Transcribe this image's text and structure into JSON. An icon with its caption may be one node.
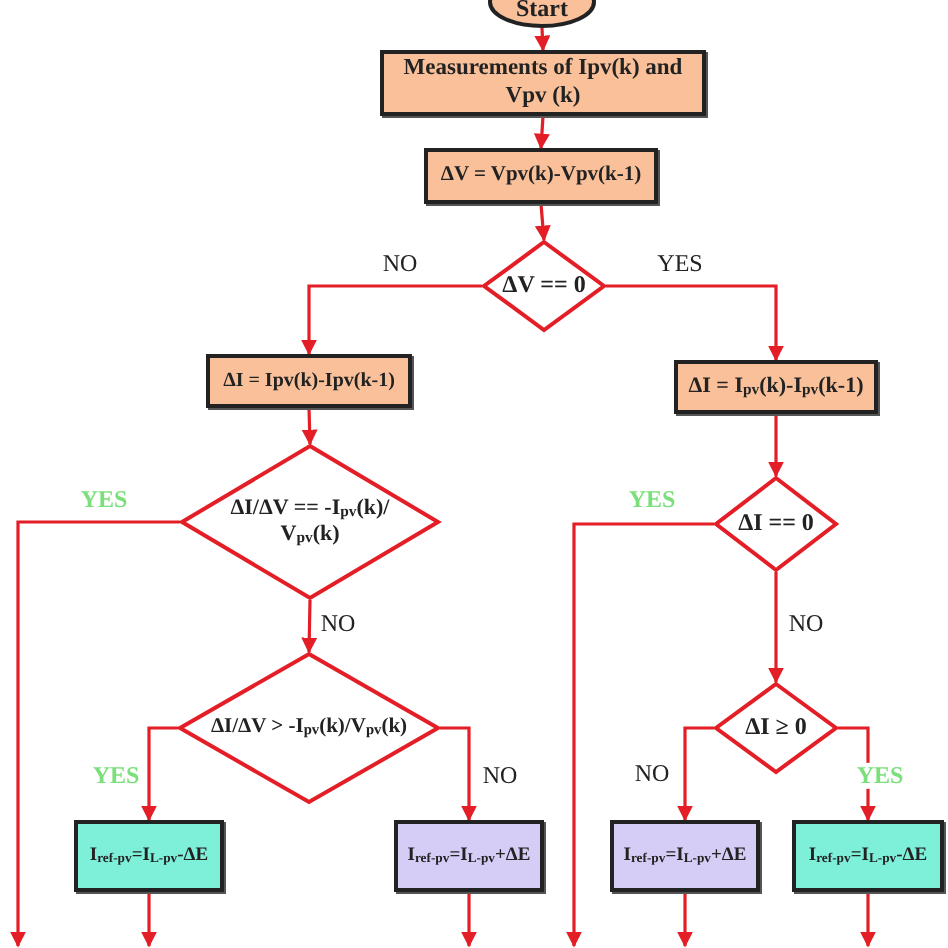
{
  "diagram": {
    "nodes": [
      {
        "text": [
          "Start"
        ]
      },
      {
        "text": [
          "Measurements of Ipv(k) and Vpv (k)"
        ]
      },
      {
        "text": [
          "ΔV = Vpv(k)-Vpv(k-1)"
        ]
      },
      {
        "text": [
          "ΔV == 0"
        ]
      },
      {
        "text": [
          "ΔI = Ipv(k)-Ipv(k-1)"
        ]
      },
      {
        "text": [
          "ΔI = I$_{pv}$(k)-I$_{pv}$(k-1)"
        ]
      },
      {
        "text": [
          "ΔI/ΔV == -I$_{pv}$(k)/ V$_{pv}$(k)"
        ]
      },
      {
        "text": [
          "ΔI == 0"
        ]
      },
      {
        "text": [
          "ΔI/ΔV > -I$_{pv}$(k)/V$_{pv}$(k)"
        ]
      },
      {
        "text": [
          "ΔI ≥ 0"
        ]
      },
      {
        "text": [
          "I$_{ref-pv}$=I$_{L-pv}$-ΔE"
        ]
      },
      {
        "text": [
          "I$_{ref-pv}$=I$_{L-pv}$+ΔE"
        ]
      },
      {
        "text": [
          "I$_{ref-pv}$=I$_{L-pv}$+ΔE"
        ]
      },
      {
        "text": [
          "I$_{ref-pv}$=I$_{L-pv}$-ΔE"
        ]
      }
    ],
    "edges": [
      {
        "from": 0,
        "to": 1,
        "arrow": "to"
      },
      {
        "from": 1,
        "to": 2,
        "arrow": "to"
      },
      {
        "from": 2,
        "to": 3,
        "arrow": "to"
      },
      {
        "from": 3,
        "to": 4,
        "arrow": "to",
        "label": "NO"
      },
      {
        "from": 3,
        "to": 5,
        "arrow": "to",
        "label": "YES"
      },
      {
        "from": 4,
        "to": 6,
        "arrow": "to"
      },
      {
        "from": 5,
        "to": 7,
        "arrow": "to"
      },
      {
        "from": 6,
        "to": null,
        "arrow": "to",
        "label": "YES"
      },
      {
        "from": 6,
        "to": 8,
        "arrow": "to",
        "label": "NO"
      },
      {
        "from": 8,
        "to": 10,
        "arrow": "to",
        "label": "YES"
      },
      {
        "from": 8,
        "to": 11,
        "arrow": "to",
        "label": "NO"
      },
      {
        "from": 7,
        "to": null,
        "arrow": "to",
        "label": "YES"
      },
      {
        "from": 7,
        "to": 9,
        "arrow": "to",
        "label": "NO"
      },
      {
        "from": 9,
        "to": 12,
        "arrow": "to",
        "label": "NO"
      },
      {
        "from": 9,
        "to": 13,
        "arrow": "to",
        "label": "YES"
      },
      {
        "from": 10,
        "to": null,
        "arrow": "to"
      },
      {
        "from": 11,
        "to": null,
        "arrow": "to"
      },
      {
        "from": 12,
        "to": null,
        "arrow": "to"
      },
      {
        "from": 13,
        "to": null,
        "arrow": "to"
      }
    ]
  }
}
